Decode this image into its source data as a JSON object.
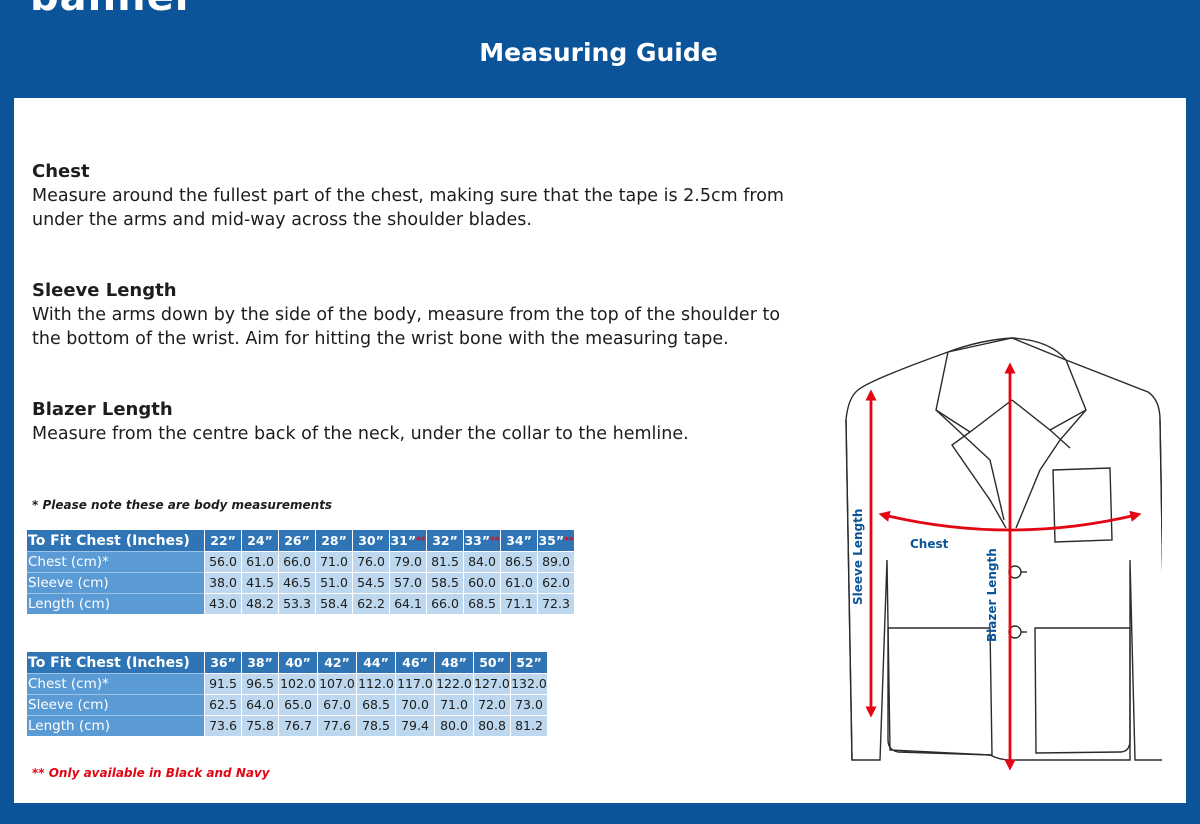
{
  "brand": {
    "text": "banner"
  },
  "header": {
    "title": "Measuring Guide"
  },
  "sections": [
    {
      "title": "Chest",
      "body_line1": "Measure around the fullest part of the chest, making sure that the tape is 2.5cm from",
      "body_line2": "under the arms and mid-way across the shoulder blades."
    },
    {
      "title": "Sleeve Length",
      "body_line1": "With the arms down by the side of the body, measure from the top of the shoulder to",
      "body_line2": "the bottom of the wrist. Aim for hitting the wrist bone with the measuring tape."
    },
    {
      "title": "Blazer Length",
      "body_line1": "Measure from the centre back of the neck, under the collar to the hemline.",
      "body_line2": ""
    }
  ],
  "note": "* Please note these are body measurements",
  "table1": {
    "header_label": "To Fit Chest (Inches)",
    "sizes": [
      "22”",
      "24”",
      "26”",
      "28”",
      "30”",
      "31”",
      "32”",
      "33”",
      "34”",
      "35”"
    ],
    "star_marks": [
      "",
      "",
      "",
      "",
      "",
      "**",
      "",
      "**",
      "",
      "**"
    ],
    "rows": [
      {
        "label": "Chest (cm)*",
        "values": [
          "56.0",
          "61.0",
          "66.0",
          "71.0",
          "76.0",
          "79.0",
          "81.5",
          "84.0",
          "86.5",
          "89.0"
        ]
      },
      {
        "label": "Sleeve (cm)",
        "values": [
          "38.0",
          "41.5",
          "46.5",
          "51.0",
          "54.5",
          "57.0",
          "58.5",
          "60.0",
          "61.0",
          "62.0"
        ]
      },
      {
        "label": "Length (cm)",
        "values": [
          "43.0",
          "48.2",
          "53.3",
          "58.4",
          "62.2",
          "64.1",
          "66.0",
          "68.5",
          "71.1",
          "72.3"
        ]
      }
    ]
  },
  "table2": {
    "header_label": "To Fit Chest (Inches)",
    "sizes": [
      "36”",
      "38”",
      "40”",
      "42”",
      "44”",
      "46”",
      "48”",
      "50”",
      "52”"
    ],
    "star_marks": [
      "",
      "",
      "",
      "",
      "",
      "",
      "",
      "",
      ""
    ],
    "rows": [
      {
        "label": "Chest (cm)*",
        "values": [
          "91.5",
          "96.5",
          "102.0",
          "107.0",
          "112.0",
          "117.0",
          "122.0",
          "127.0",
          "132.0"
        ]
      },
      {
        "label": "Sleeve (cm)",
        "values": [
          "62.5",
          "64.0",
          "65.0",
          "67.0",
          "68.5",
          "70.0",
          "71.0",
          "72.0",
          "73.0"
        ]
      },
      {
        "label": "Length (cm)",
        "values": [
          "73.6",
          "75.8",
          "76.7",
          "77.6",
          "78.5",
          "79.4",
          "80.0",
          "80.8",
          "81.2"
        ]
      }
    ]
  },
  "footnote": "** Only available in Black and Navy",
  "diagram": {
    "chest_label": "Chest",
    "sleeve_label": "Sleeve Length",
    "length_label": "Blazer Length",
    "measure_color": "#e30613"
  },
  "colors": {
    "brand_blue": "#0b5499",
    "table_header": "#2f75b5",
    "table_label": "#5b9bd5",
    "table_cell": "#bdd7ee",
    "accent_red": "#e30613"
  }
}
